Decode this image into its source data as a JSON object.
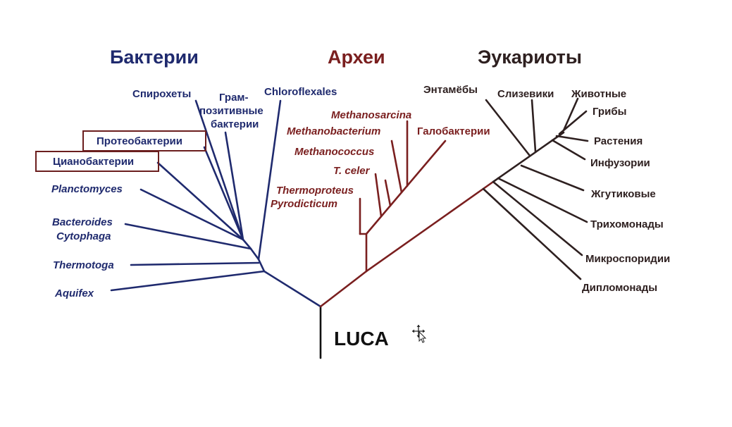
{
  "colors": {
    "bacteria": "#1f2a6e",
    "archaea": "#7a1f1f",
    "eukaryota": "#2e2020",
    "root": "#111111",
    "highlight_box": "#6b1e1e"
  },
  "domains": {
    "bacteria": "Бактерии",
    "archaea": "Археи",
    "eukaryota": "Эукариоты"
  },
  "root_label": "LUCA",
  "bacteria": {
    "spirochetes": "Спирохеты",
    "gram_1": "Грам-",
    "gram_2": "позитивные",
    "gram_3": "бактерии",
    "chloroflexales": "Chloroflexales",
    "proteobacteria": "Протеобактерии",
    "cyanobacteria": "Цианобактерии",
    "planctomyces": "Planctomyces",
    "bacteroides": "Bacteroides",
    "cytophaga": "Cytophaga",
    "thermotoga": "Thermotoga",
    "aquifex": "Aquifex"
  },
  "archaea": {
    "methanosarcina": "Methanosarcina",
    "methanobacterium": "Methanobacterium",
    "halobacteria": "Галобактерии",
    "methanococcus": "Methanococcus",
    "t_celer": "T. celer",
    "thermoproteus": "Thermoproteus",
    "pyrodicticum": "Pyrodicticum"
  },
  "eukaryota": {
    "entamoeba": "Энтамёбы",
    "slime_molds": "Слизевики",
    "animals": "Животные",
    "fungi": "Грибы",
    "plants": "Растения",
    "ciliates": "Инфузории",
    "flagellates": "Жгутиковые",
    "trichomonads": "Трихомонады",
    "microsporidia": "Микроспоридии",
    "diplomonads": "Дипломонады"
  }
}
